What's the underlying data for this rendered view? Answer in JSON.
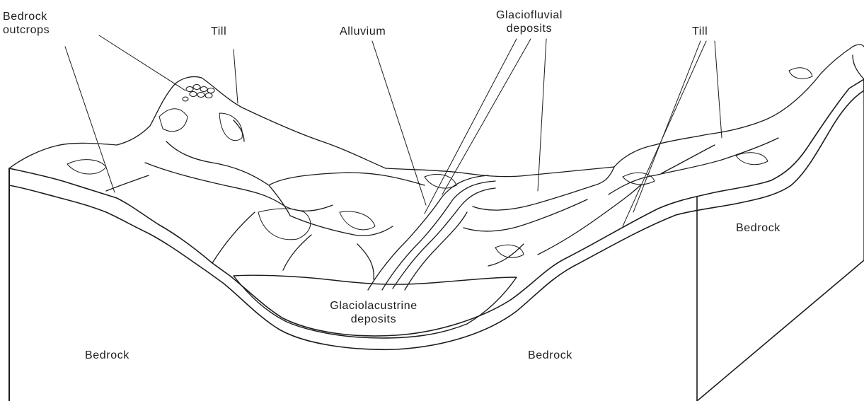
{
  "labels": {
    "bedrock_outcrops": [
      "Bedrock",
      "outcrops"
    ],
    "till_left": "Till",
    "alluvium": "Alluvium",
    "glaciofluvial": [
      "Glaciofluvial",
      "deposits"
    ],
    "till_right": "Till",
    "bedrock_right": "Bedrock",
    "glaciolacustrine": [
      "Glaciolacustrine",
      "deposits"
    ],
    "bedrock_left": "Bedrock",
    "bedrock_center": "Bedrock"
  },
  "colors": {
    "ink": "#1c1c1c",
    "paper": "#ffffff"
  }
}
